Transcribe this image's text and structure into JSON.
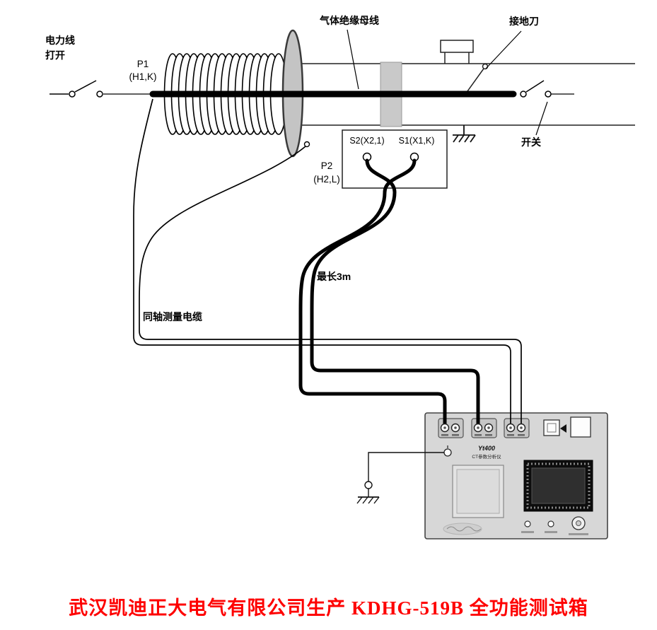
{
  "diagram": {
    "labels": {
      "power_line_1": "电力线",
      "power_line_2": "打开",
      "p1": "P1",
      "p1_terminals": "(H1,K)",
      "gas_insulated_bus": "气体绝缘母线",
      "earthing_knife": "接地刀",
      "switch": "开关",
      "p2": "P2",
      "p2_terminals": "(H2,L)",
      "s2": "S2(X2,1)",
      "s1": "S1(X1,K)",
      "max_length": "最长3m",
      "coax_cable": "同轴测量电缆"
    },
    "instrument": {
      "model": "Yt400",
      "name": "CT参数分析仪"
    },
    "caption": "武汉凯迪正大电气有限公司生产 KDHG-519B 全功能测试箱",
    "colors": {
      "caption_red": "#fe0000",
      "panel_gray": "#d7d7d7",
      "line_black": "#000000"
    }
  }
}
